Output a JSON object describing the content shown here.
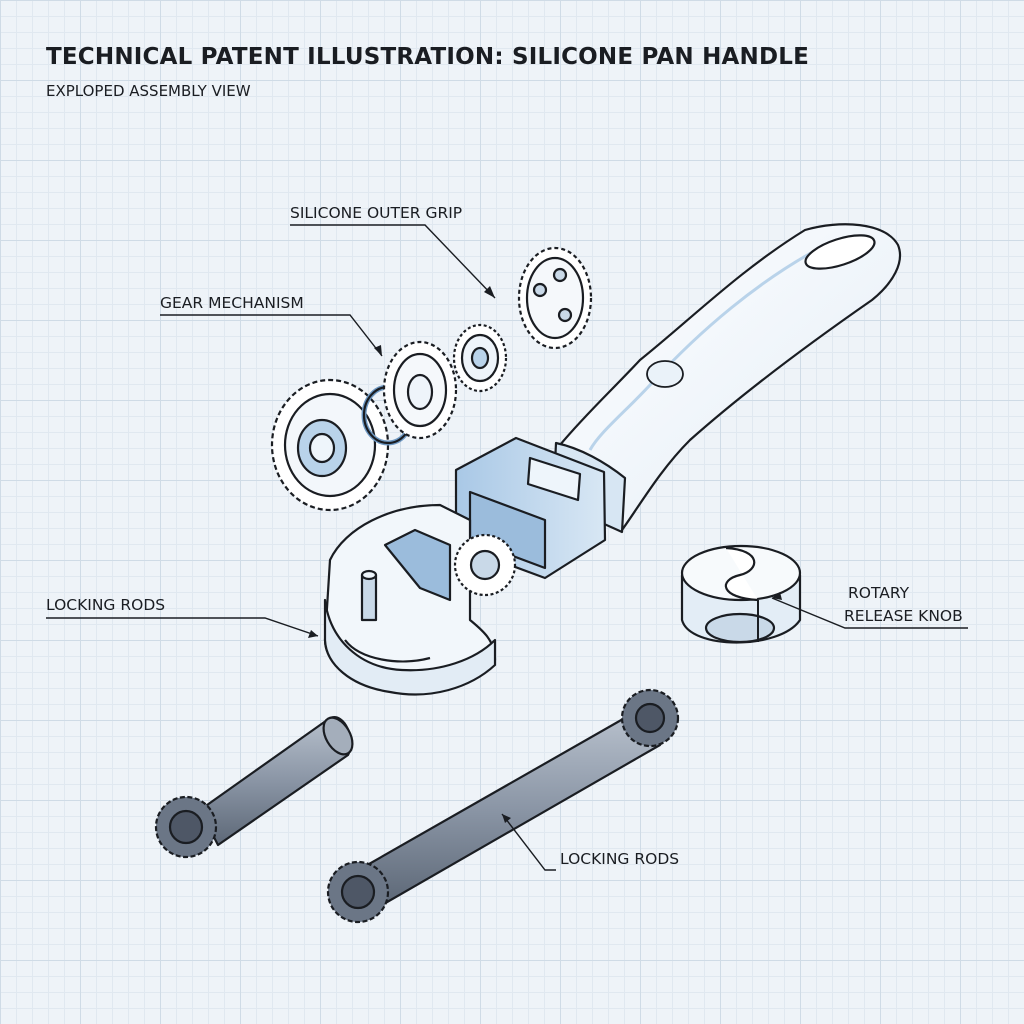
{
  "title": "TECHNICAL PATENT ILLUSTRATION: SILICONE PAN HANDLE",
  "subtitle": "EXPLOPED ASSEMBLY VIEW",
  "labels": {
    "outer_grip": "SILICONE OUTER GRIP",
    "gear_mechanism": "GEAR MECHANISM",
    "locking_rods_left": "LOCKING RODS",
    "release_line1": "ROTARY",
    "release_line2": "RELEASE KNOB",
    "locking_rods_bottom": "LOCKING RODS"
  },
  "colors": {
    "line": "#1a1d22",
    "silicone": "#f4f8fb",
    "tint": "#b9d3ea",
    "blue": "#8fb4d8",
    "rod_steel": "#8893a3"
  }
}
